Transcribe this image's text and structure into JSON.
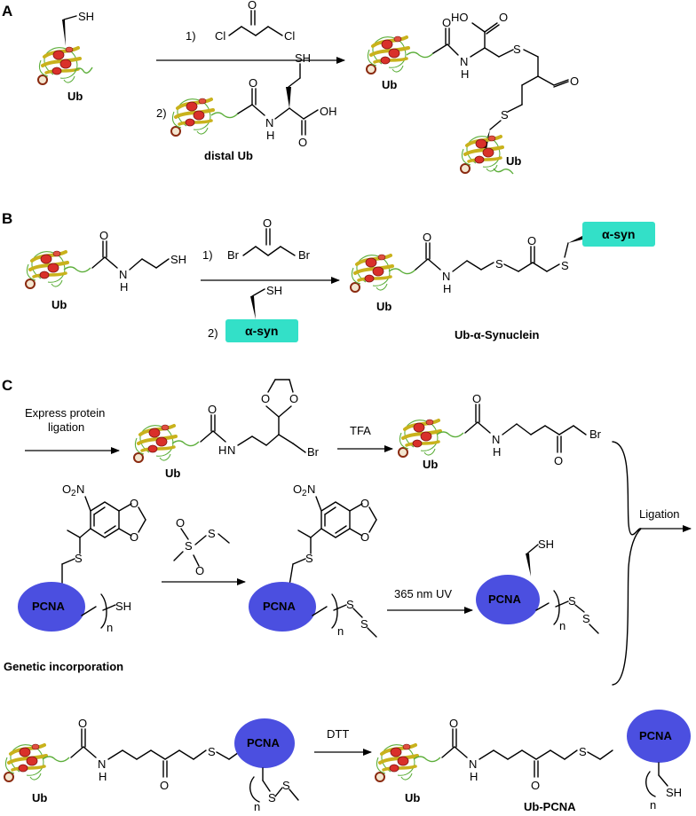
{
  "panels": {
    "a": "A",
    "b": "B",
    "c": "C"
  },
  "colors": {
    "pcna_fill": "#4b4fe0",
    "syn_fill": "#33e0c8",
    "helix": "#d9302a",
    "sheet": "#c9b21c",
    "loop": "#5cae3a"
  },
  "panel_a": {
    "step1": "1)",
    "step2": "2)",
    "reagent": {
      "cl_left": "Cl",
      "cl_right": "Cl",
      "o": "O"
    },
    "distal": {
      "sh": "SH",
      "o": "O",
      "oh": "OH",
      "nh": "N",
      "h": "H",
      "label": "distal Ub"
    },
    "start": {
      "sh": "SH",
      "label": "Ub"
    },
    "product": {
      "ho": "HO",
      "o1": "O",
      "o2": "O",
      "o3": "O",
      "nh": "N",
      "h": "H",
      "s1": "S",
      "s2": "S",
      "ub_top": "Ub",
      "ub_bottom": "Ub"
    }
  },
  "panel_b": {
    "step1": "1)",
    "step2": "2)",
    "reagent": {
      "br_left": "Br",
      "br_right": "Br",
      "o": "O"
    },
    "start": {
      "o": "O",
      "n": "N",
      "h": "H",
      "sh": "SH",
      "label": "Ub"
    },
    "syn_reagent": {
      "sh": "SH",
      "syn": "α-syn"
    },
    "product": {
      "o1": "O",
      "o2": "O",
      "n": "N",
      "h": "H",
      "s1": "S",
      "s2": "S",
      "syn": "α-syn",
      "ub": "Ub",
      "name": "Ub-α-Synuclein"
    }
  },
  "panel_c": {
    "epl_line1": "Express protein",
    "epl_line2": "ligation",
    "tfa": "TFA",
    "ligation": "Ligation",
    "uv": "365 nm UV",
    "dtt": "DTT",
    "genetic": "Genetic incorporation",
    "ub": "Ub",
    "pcna": "PCNA",
    "o": "O",
    "n": "N",
    "h": "H",
    "br": "Br",
    "s": "S",
    "sh": "SH",
    "no2": "O",
    "no2_n": "N",
    "no2_sub": "2",
    "sub_n": "n",
    "product_name": "Ub-PCNA"
  }
}
